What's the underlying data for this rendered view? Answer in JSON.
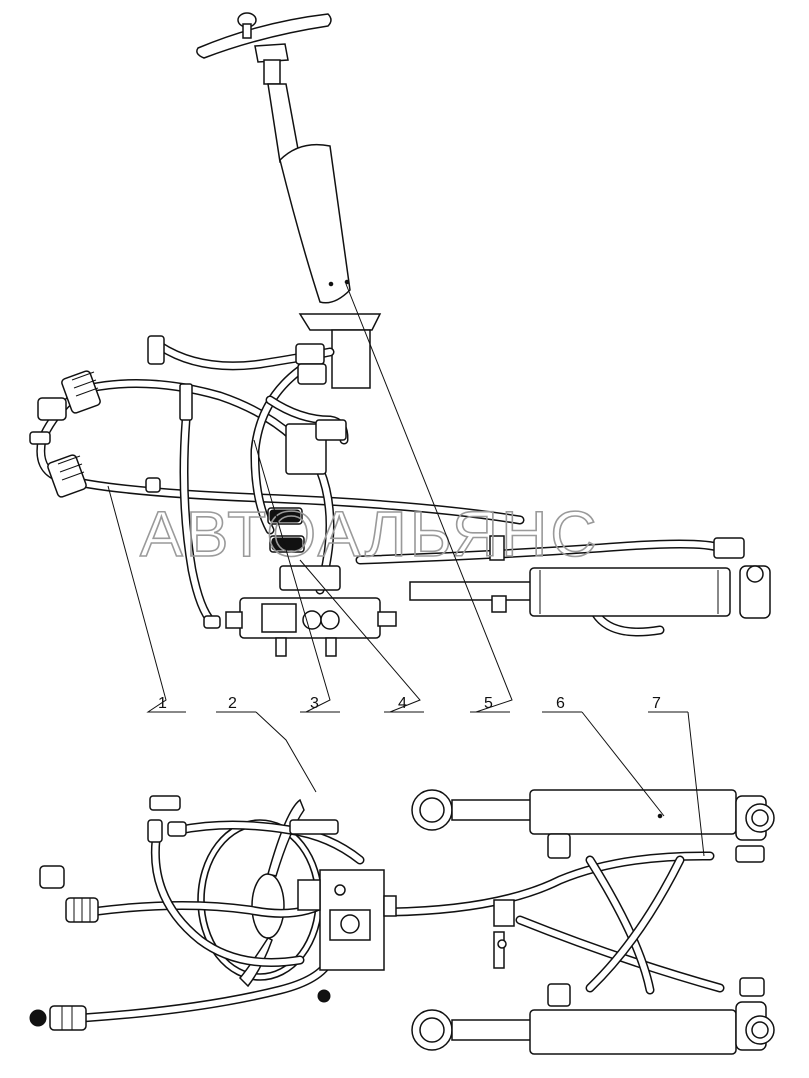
{
  "watermark": "АВТОАЛЬЯНС",
  "callouts": [
    {
      "id": "1",
      "label": "1"
    },
    {
      "id": "2",
      "label": "2"
    },
    {
      "id": "3",
      "label": "3"
    },
    {
      "id": "4",
      "label": "4"
    },
    {
      "id": "5",
      "label": "5"
    },
    {
      "id": "6",
      "label": "6"
    },
    {
      "id": "7",
      "label": "7"
    }
  ]
}
